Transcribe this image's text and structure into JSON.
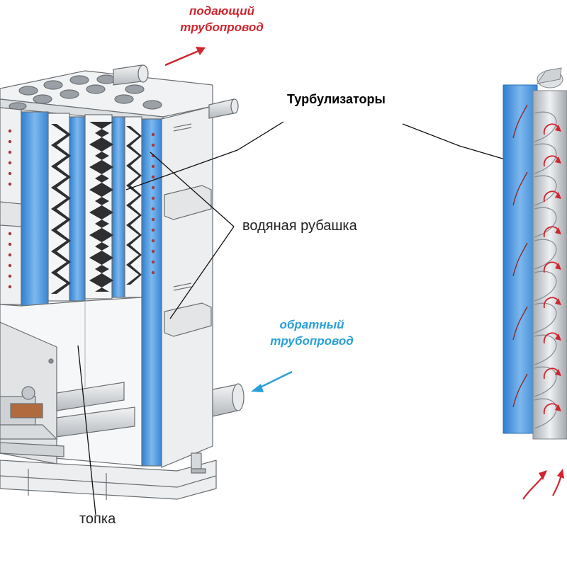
{
  "labels": {
    "supply_line1": "подающий",
    "supply_line2": "трубопровод",
    "turbulators": "Турбулизаторы",
    "water_jacket": "водяная рубашка",
    "return_line1": "обратный",
    "return_line2": "трубопровод",
    "firebox": "топка"
  },
  "colors": {
    "supply": "#d0262f",
    "return": "#2aa0d8",
    "water": "#4f9de0",
    "steel": "#e4e6e8",
    "outline": "#6b6f73"
  }
}
